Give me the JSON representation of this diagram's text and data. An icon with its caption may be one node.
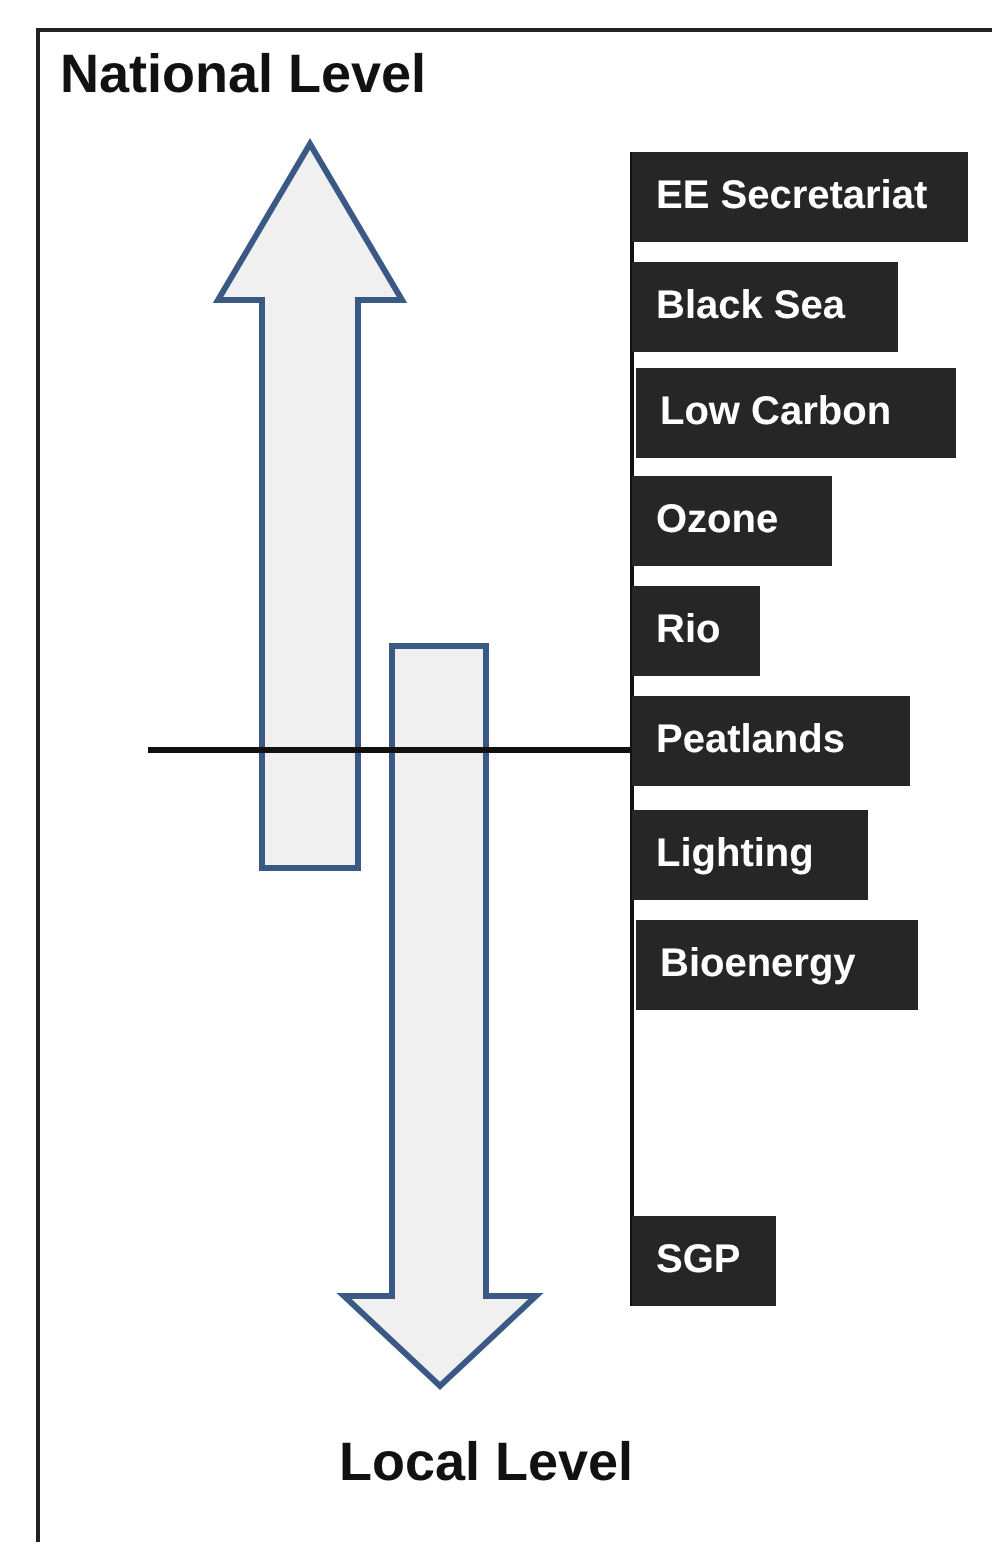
{
  "diagram": {
    "nodes": [
      {
        "text": [
          "EE Secretariat"
        ]
      },
      {
        "text": [
          "Black Sea"
        ]
      },
      {
        "text": [
          "Low Carbon"
        ]
      },
      {
        "text": [
          "Ozone"
        ]
      },
      {
        "text": [
          "Rio"
        ]
      },
      {
        "text": [
          "Peatlands"
        ]
      },
      {
        "text": [
          "Lighting"
        ]
      },
      {
        "text": [
          "Bioenergy"
        ]
      },
      {
        "text": [
          "SGP"
        ]
      }
    ],
    "labels": [
      "National Level",
      "Local Level"
    ]
  }
}
